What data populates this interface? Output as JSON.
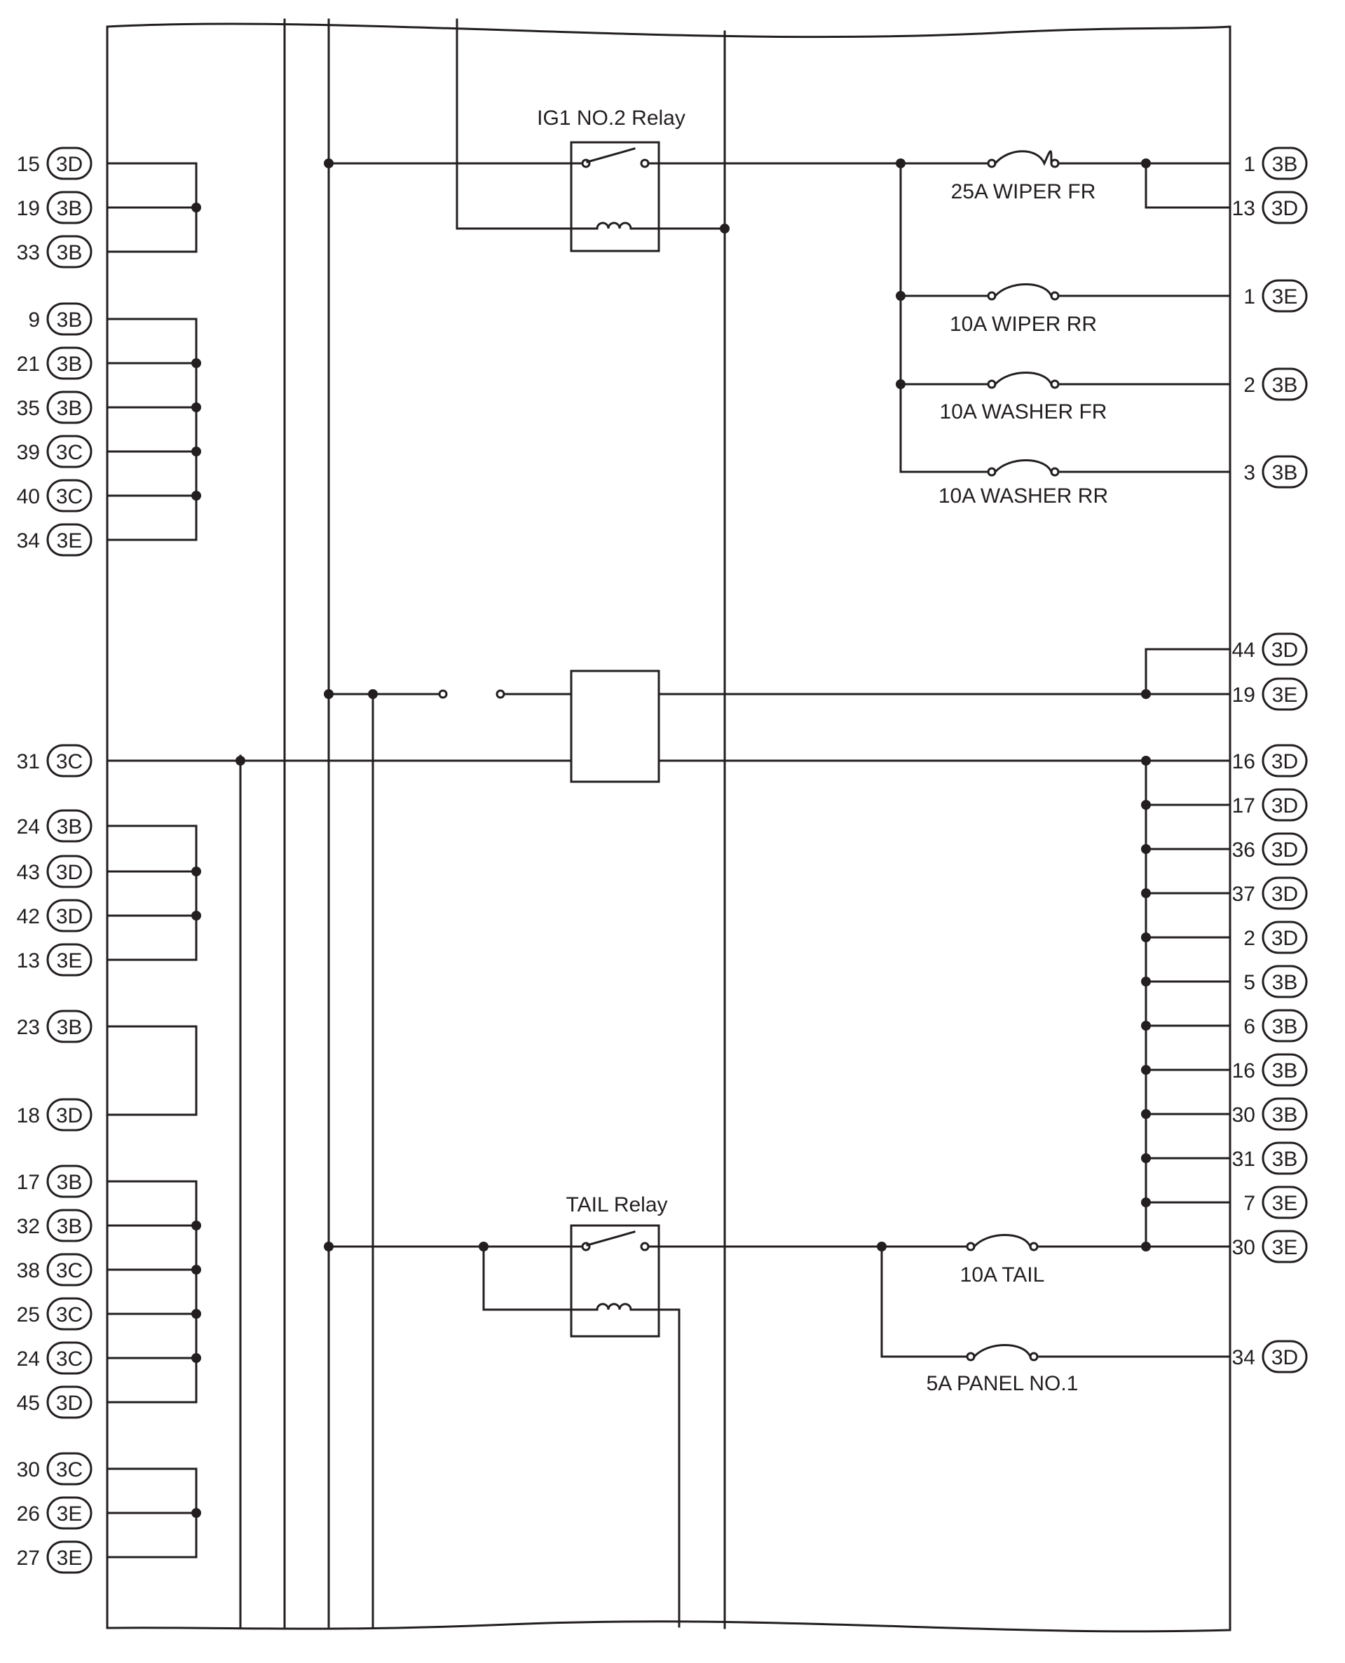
{
  "relays": {
    "ig1_no2": "IG1 NO.2 Relay",
    "tail": "TAIL Relay"
  },
  "fuses": {
    "wiper_fr": "25A WIPER FR",
    "wiper_rr": "10A WIPER RR",
    "washer_fr": "10A WASHER FR",
    "washer_rr": "10A WASHER RR",
    "tail": "10A TAIL",
    "panel_no1": "5A PANEL NO.1"
  },
  "left_pins": [
    {
      "num": "15",
      "conn": "3D"
    },
    {
      "num": "19",
      "conn": "3B"
    },
    {
      "num": "33",
      "conn": "3B"
    },
    {
      "num": "9",
      "conn": "3B"
    },
    {
      "num": "21",
      "conn": "3B"
    },
    {
      "num": "35",
      "conn": "3B"
    },
    {
      "num": "39",
      "conn": "3C"
    },
    {
      "num": "40",
      "conn": "3C"
    },
    {
      "num": "34",
      "conn": "3E"
    },
    {
      "num": "31",
      "conn": "3C"
    },
    {
      "num": "24",
      "conn": "3B"
    },
    {
      "num": "43",
      "conn": "3D"
    },
    {
      "num": "42",
      "conn": "3D"
    },
    {
      "num": "13",
      "conn": "3E"
    },
    {
      "num": "23",
      "conn": "3B"
    },
    {
      "num": "18",
      "conn": "3D"
    },
    {
      "num": "17",
      "conn": "3B"
    },
    {
      "num": "32",
      "conn": "3B"
    },
    {
      "num": "38",
      "conn": "3C"
    },
    {
      "num": "25",
      "conn": "3C"
    },
    {
      "num": "24",
      "conn": "3C"
    },
    {
      "num": "45",
      "conn": "3D"
    },
    {
      "num": "30",
      "conn": "3C"
    },
    {
      "num": "26",
      "conn": "3E"
    },
    {
      "num": "27",
      "conn": "3E"
    }
  ],
  "right_pins": [
    {
      "num": "1",
      "conn": "3B"
    },
    {
      "num": "13",
      "conn": "3D"
    },
    {
      "num": "1",
      "conn": "3E"
    },
    {
      "num": "2",
      "conn": "3B"
    },
    {
      "num": "3",
      "conn": "3B"
    },
    {
      "num": "44",
      "conn": "3D"
    },
    {
      "num": "19",
      "conn": "3E"
    },
    {
      "num": "16",
      "conn": "3D"
    },
    {
      "num": "17",
      "conn": "3D"
    },
    {
      "num": "36",
      "conn": "3D"
    },
    {
      "num": "37",
      "conn": "3D"
    },
    {
      "num": "2",
      "conn": "3D"
    },
    {
      "num": "5",
      "conn": "3B"
    },
    {
      "num": "6",
      "conn": "3B"
    },
    {
      "num": "16",
      "conn": "3B"
    },
    {
      "num": "30",
      "conn": "3B"
    },
    {
      "num": "31",
      "conn": "3B"
    },
    {
      "num": "7",
      "conn": "3E"
    },
    {
      "num": "30",
      "conn": "3E"
    },
    {
      "num": "34",
      "conn": "3D"
    }
  ]
}
